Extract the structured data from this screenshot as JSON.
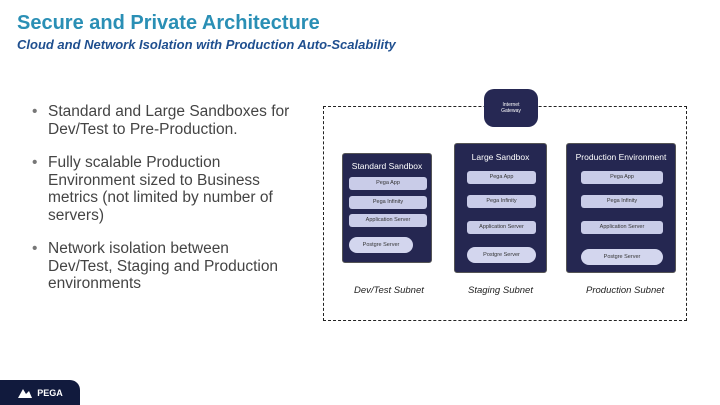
{
  "slide": {
    "title": "Secure and Private Architecture",
    "subtitle": "Cloud and Network Isolation with Production Auto-Scalability",
    "bullets": [
      "Standard and Large Sandboxes for Dev/Test to Pre-Production.",
      "Fully scalable Production Environment sized to Business metrics (not limited by number of servers)",
      "Network isolation between Dev/Test, Staging and Production environments"
    ]
  },
  "diagram": {
    "gateway": {
      "line1": "Internet",
      "line2": "Gateway"
    },
    "environments": [
      {
        "title": "Standard Sandbox",
        "components": [
          "Pega App",
          "Pega Infinity",
          "Application Server",
          "Postgre Server"
        ],
        "subnet": "Dev/Test Subnet"
      },
      {
        "title": "Large Sandbox",
        "components": [
          "Pega App",
          "Pega Infinity",
          "Application Server",
          "Postgre Server"
        ],
        "subnet": "Staging Subnet"
      },
      {
        "title": "Production Environment",
        "components": [
          "Pega App",
          "Pega Infinity",
          "Application Server",
          "Postgre Server"
        ],
        "subnet": "Production Subnet"
      }
    ]
  },
  "footer": {
    "logo": "PEGA"
  }
}
